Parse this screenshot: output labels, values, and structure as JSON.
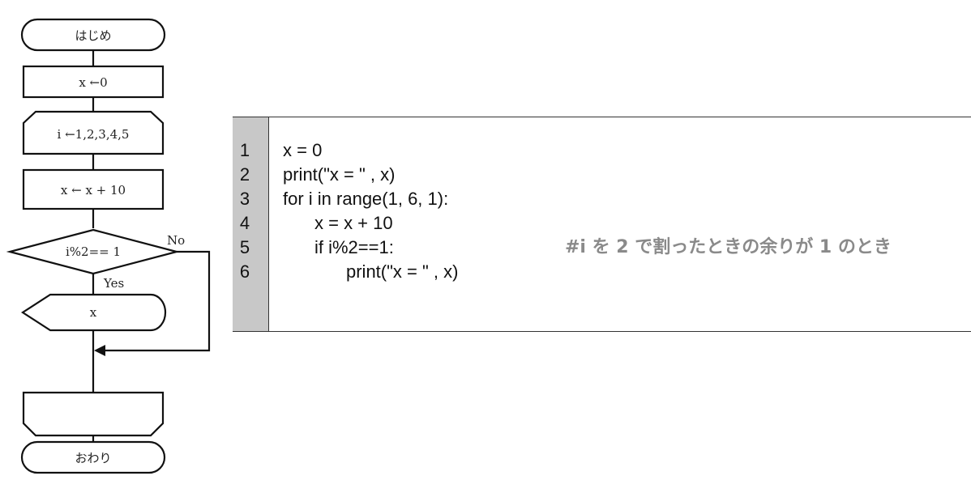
{
  "flowchart": {
    "start_label": "はじめ",
    "init_label": "x ←0",
    "loop_label": "i ←1,2,3,4,5",
    "update_label": "x ← x + 10",
    "decision_label": "i%2== 1",
    "no_label": "No",
    "yes_label": "Yes",
    "output_label": "x",
    "loop_end_label": "",
    "end_label": "おわり"
  },
  "code": {
    "lines": [
      {
        "num": "1",
        "text": "x = 0"
      },
      {
        "num": "2",
        "text": "print(\"x = \" , x)"
      },
      {
        "num": "3",
        "text": "for i in range(1, 6, 1):"
      },
      {
        "num": "4",
        "text": "x = x + 10"
      },
      {
        "num": "5",
        "text": "if i%2==1:"
      },
      {
        "num": "6",
        "text": "print(\"x = \" , x)"
      }
    ],
    "comment": "#i を 2 で割ったときの余りが 1 のとき"
  },
  "colors": {
    "gutter": "#c8c8c8",
    "comment": "#8a8a8a",
    "stroke": "#111111"
  }
}
